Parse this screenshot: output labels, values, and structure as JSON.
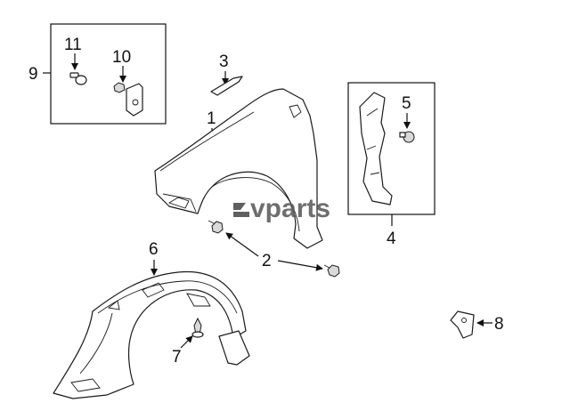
{
  "callouts": [
    "1",
    "2",
    "3",
    "4",
    "5",
    "6",
    "7",
    "8",
    "9",
    "10",
    "11"
  ],
  "watermark": {
    "text": "vparts",
    "color": "#5f5f5f"
  },
  "colors": {
    "line": "#1a1a1a",
    "background": "#ffffff",
    "shade": "#d9d9d9"
  }
}
